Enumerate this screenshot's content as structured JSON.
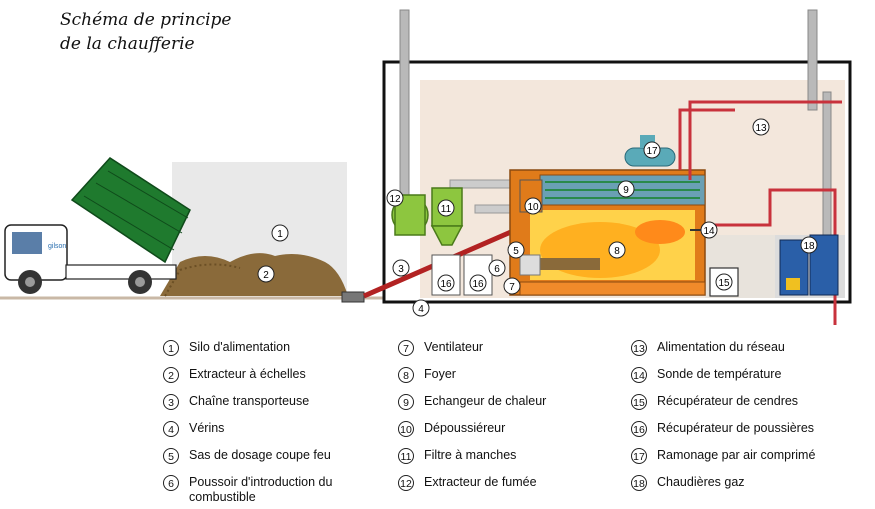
{
  "title": {
    "line1": "Schéma de principe",
    "line2": "de la chaufferie"
  },
  "legend": [
    {
      "num": "1",
      "label": "Silo d'alimentation"
    },
    {
      "num": "2",
      "label": "Extracteur à échelles"
    },
    {
      "num": "3",
      "label": "Chaîne transporteuse"
    },
    {
      "num": "4",
      "label": "Vérins"
    },
    {
      "num": "5",
      "label": "Sas de dosage coupe feu"
    },
    {
      "num": "6",
      "label": "Poussoir d'introduction du combustible"
    },
    {
      "num": "7",
      "label": "Ventilateur"
    },
    {
      "num": "8",
      "label": "Foyer"
    },
    {
      "num": "9",
      "label": "Echangeur de chaleur"
    },
    {
      "num": "10",
      "label": "Dépoussiéreur"
    },
    {
      "num": "11",
      "label": "Filtre à manches"
    },
    {
      "num": "12",
      "label": "Extracteur de fumée"
    },
    {
      "num": "13",
      "label": "Alimentation du réseau"
    },
    {
      "num": "14",
      "label": "Sonde de température"
    },
    {
      "num": "15",
      "label": "Récupérateur de cendres"
    },
    {
      "num": "16",
      "label": "Récupérateur de poussières"
    },
    {
      "num": "17",
      "label": "Ramonage par air comprimé"
    },
    {
      "num": "18",
      "label": "Chaudières gaz"
    }
  ],
  "markers": {
    "m1": "1",
    "m2": "2",
    "m3": "3",
    "m4": "4",
    "m5": "5",
    "m6": "6",
    "m7": "7",
    "m8": "8",
    "m9": "9",
    "m10": "10",
    "m11": "11",
    "m12": "12",
    "m13": "13",
    "m14": "14",
    "m15": "15",
    "m16a": "16",
    "m16b": "16",
    "m17": "17",
    "m18": "18"
  },
  "truck": {
    "door_text": "gilson"
  },
  "colors": {
    "room_fill": "#f3e7dc",
    "boiler_orange": "#e07b1a",
    "flame_yellow": "#ffd24a",
    "dumper_green": "#1f7a2e",
    "filter_green": "#8dc63f",
    "pipe_red": "#c8323c",
    "gas_boiler_blue": "#2a5fa8"
  }
}
